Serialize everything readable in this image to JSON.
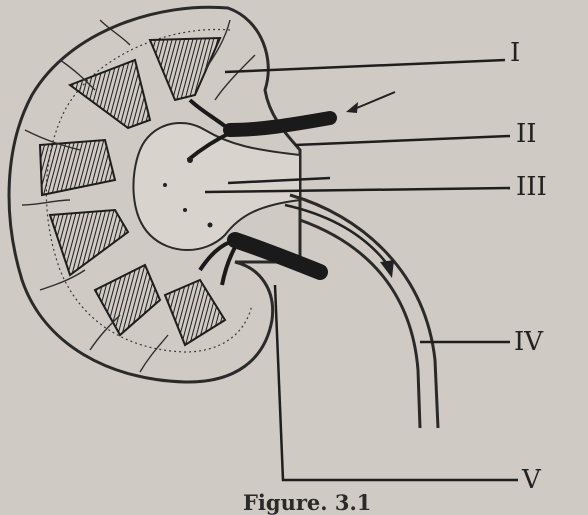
{
  "labels": [
    "I",
    "II",
    "III",
    "IV",
    "V"
  ],
  "caption": "Figure. 3.1",
  "colors": {
    "background": "#cfcac3",
    "ink": "#2a2a2a"
  }
}
